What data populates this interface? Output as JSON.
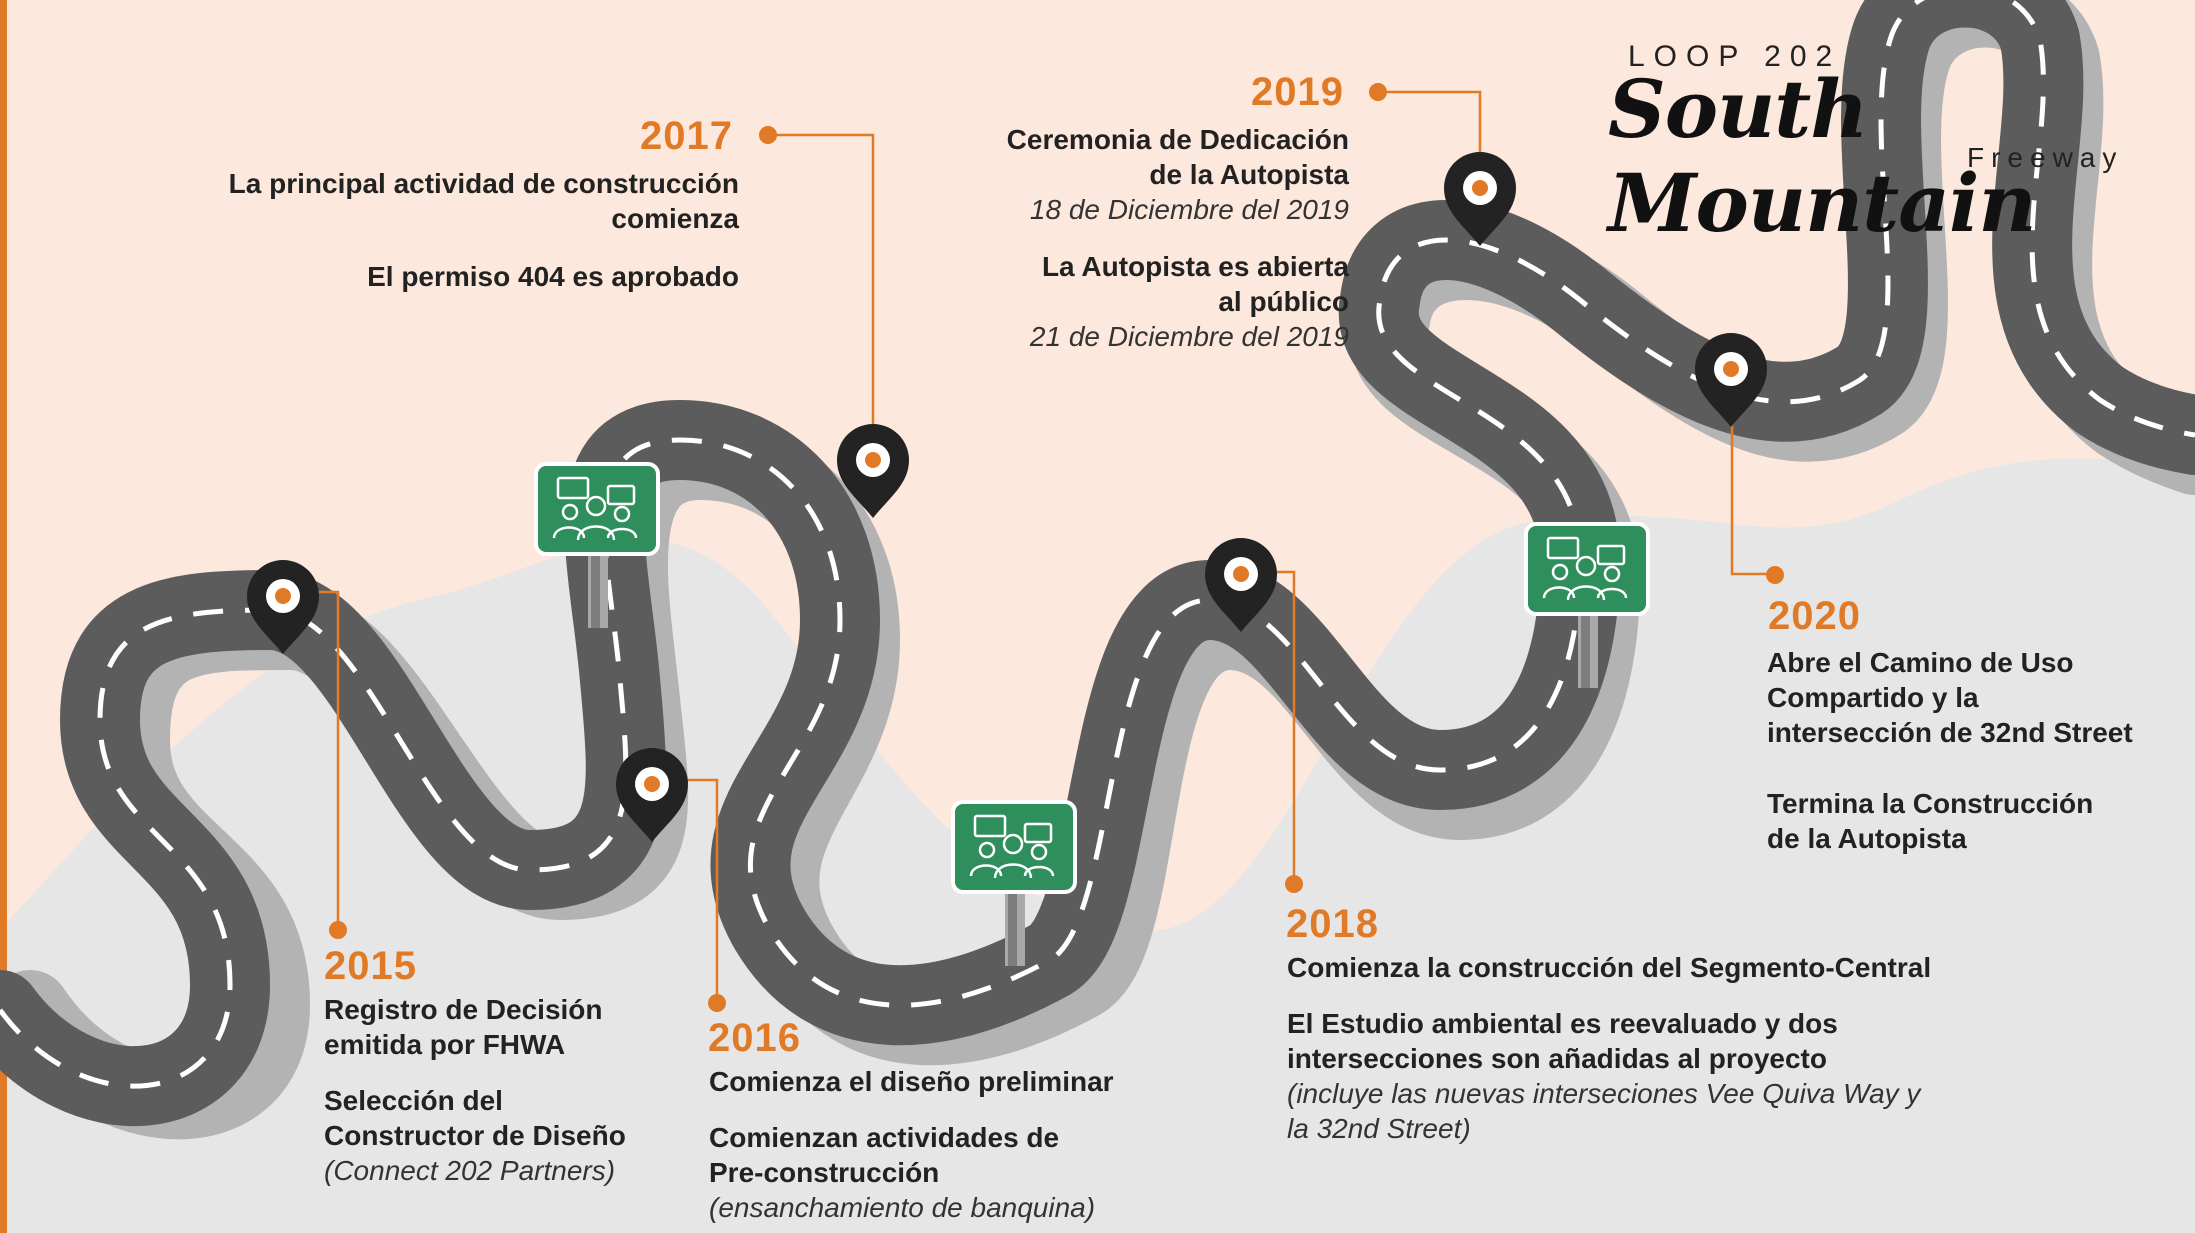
{
  "logo": {
    "line1": "LOOP 202",
    "line2": "South Mountain",
    "line3": "Freeway"
  },
  "colors": {
    "accent": "#e07a26",
    "road": "#5a5a5a",
    "road_shadow": "#b3b3b3",
    "sign": "#2e8b57",
    "pin": "#222222",
    "bg_top": "#fce8dc",
    "bg_bottom": "#e5e5e5"
  },
  "milestones": {
    "y2015": {
      "year": "2015",
      "line1": "Registro de Decisión",
      "line2": "emitida por FHWA",
      "line3": "Selección del",
      "line4": "Constructor de Diseño",
      "note": "(Connect 202 Partners)"
    },
    "y2016": {
      "year": "2016",
      "line1": "Comienza el diseño preliminar",
      "line2": "Comienzan actividades de",
      "line3": "Pre-construcción",
      "note": "(ensanchamiento de banquina)"
    },
    "y2017": {
      "year": "2017",
      "line1": "La principal actividad de construcción",
      "line2": "comienza",
      "line3": "El permiso 404 es aprobado"
    },
    "y2018": {
      "year": "2018",
      "line1": "Comienza la construcción del Segmento-Central",
      "line2": "El Estudio ambiental es reevaluado y dos",
      "line3": "intersecciones son añadidas al proyecto",
      "note1": "(incluye las nuevas interseciones Vee Quiva Way y",
      "note2": "la 32nd Street)"
    },
    "y2019": {
      "year": "2019",
      "line1": "Ceremonia de Dedicación",
      "line2": "de la Autopista",
      "date1": "18 de Diciembre del 2019",
      "line3": "La Autopista es abierta",
      "line4": "al público",
      "date2": "21 de Diciembre del 2019"
    },
    "y2020": {
      "year": "2020",
      "line1": "Abre el Camino de Uso",
      "line2": "Compartido y la",
      "line3": "intersección de 32nd Street",
      "line4": "Termina la Construcción",
      "line5": "de la Autopista"
    }
  },
  "icons": {
    "pin": "map-pin-icon",
    "sign": "community-meeting-sign-icon"
  }
}
